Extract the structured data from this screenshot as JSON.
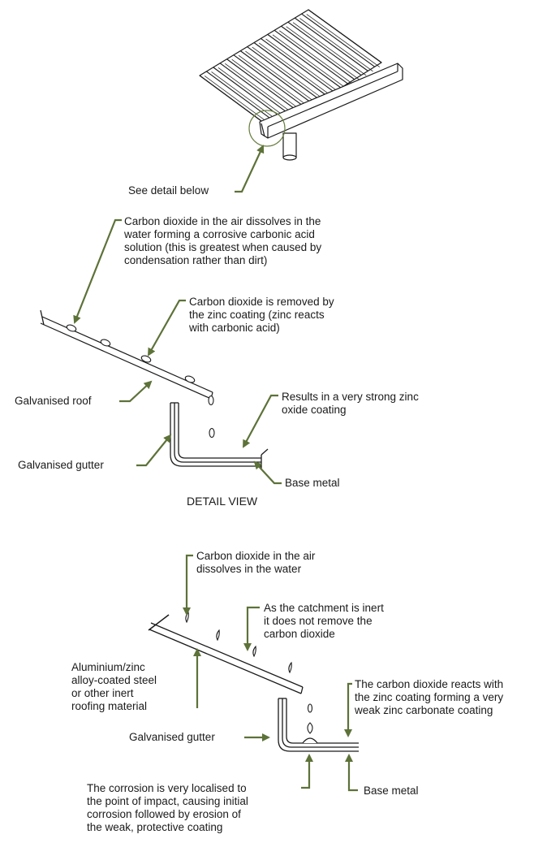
{
  "colors": {
    "leader": "#5d7238",
    "line": "#1a1a1a",
    "detail_circle": "#6b8043"
  },
  "top": {
    "see_detail": "See detail below"
  },
  "detail": {
    "co2_dissolves": "Carbon dioxide in the air dissolves in the\nwater forming a corrosive carbonic acid\nsolution (this is greatest when caused by\ncondensation rather than dirt)",
    "co2_removed": "Carbon dioxide is removed by\nthe zinc coating (zinc reacts\nwith carbonic acid)",
    "galv_roof": "Galvanised roof",
    "strong_coating": "Results in a very strong zinc\noxide coating",
    "galv_gutter": "Galvanised gutter",
    "base_metal": "Base metal",
    "caption": "DETAIL VIEW"
  },
  "inert": {
    "co2_dissolves": "Carbon dioxide in the air\ndissolves in the water",
    "not_removed": "As the catchment is inert\nit does not remove the\ncarbon dioxide",
    "roof_material": "Aluminium/zinc\nalloy-coated steel\nor other inert\nroofing material",
    "co2_reacts": "The carbon dioxide reacts with\nthe zinc coating forming a very\nweak zinc carbonate coating",
    "galv_gutter": "Galvanised gutter",
    "corrosion": "The corrosion is very localised to\nthe point of impact, causing initial\ncorrosion followed by erosion of\nthe weak, protective coating",
    "base_metal": "Base metal"
  }
}
